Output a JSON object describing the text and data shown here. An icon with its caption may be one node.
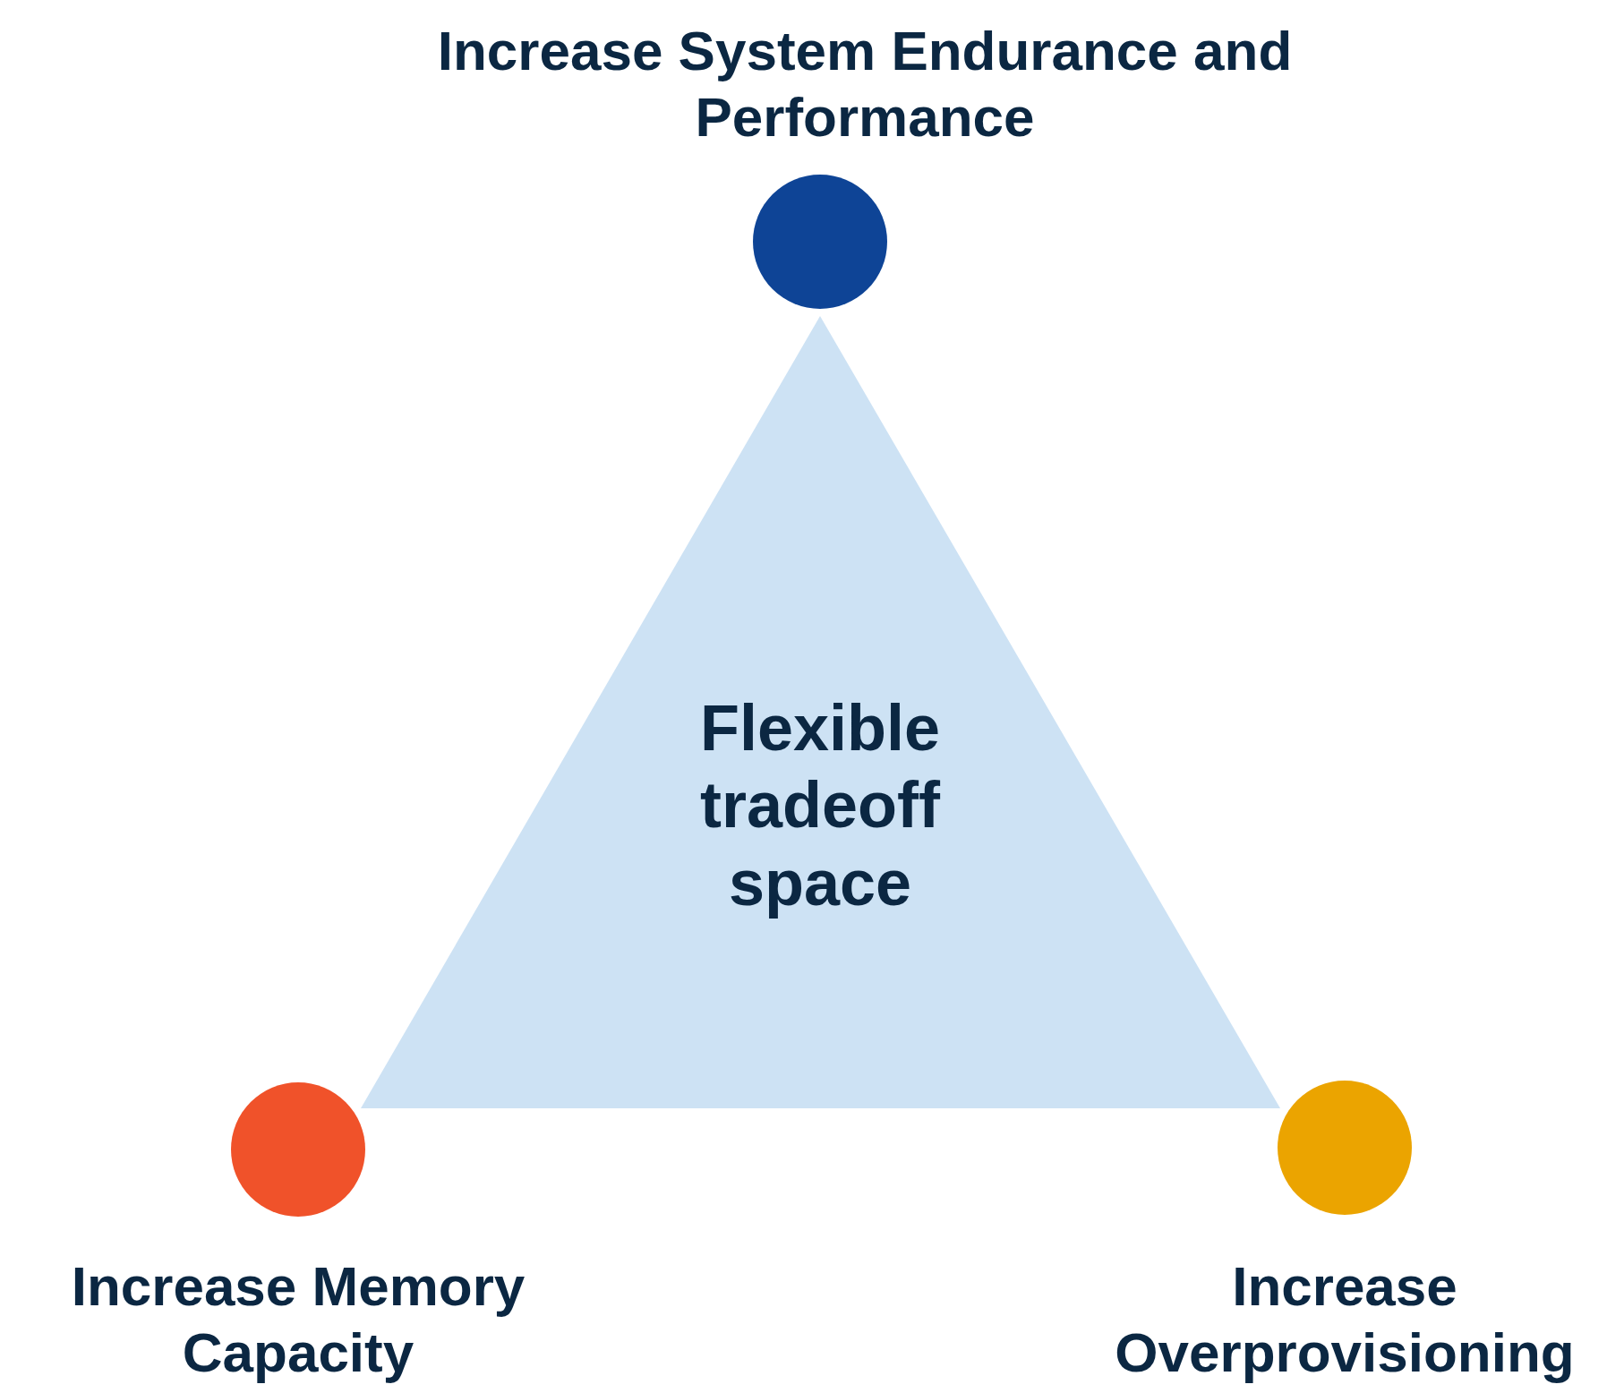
{
  "diagram": {
    "nodes": [
      {
        "text": [
          "Flexible tradeoff space"
        ]
      },
      {
        "text": [
          "Increase System Endurance and Performance"
        ]
      },
      {
        "text": [
          "Increase Memory Capacity"
        ]
      },
      {
        "text": [
          "Increase Overprovisioning"
        ]
      }
    ]
  }
}
